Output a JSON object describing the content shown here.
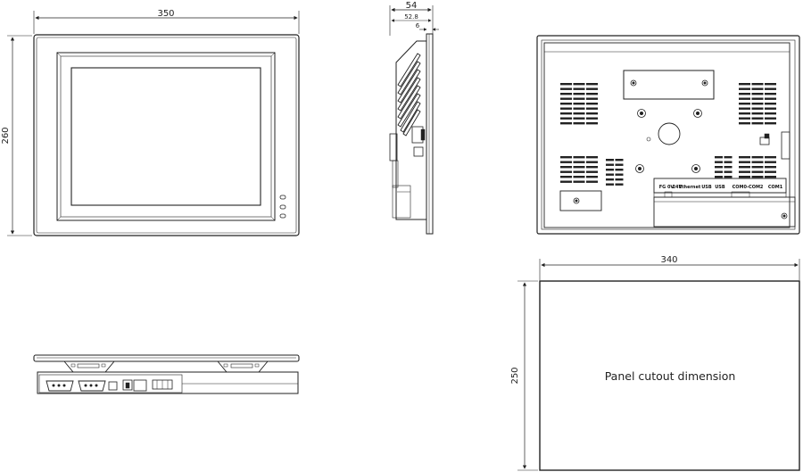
{
  "front_view": {
    "width_label": "350",
    "height_label": "260"
  },
  "side_view": {
    "depth_label": "54",
    "depth2_label": "52.8",
    "bezel_label": "6"
  },
  "rear_view": {
    "port_labels": [
      "FG 0V",
      "24V",
      "Ethernet",
      "USB",
      "USB",
      "COM0-COM2",
      "COM1"
    ]
  },
  "cutout": {
    "width_label": "340",
    "height_label": "250",
    "caption": "Panel cutout dimension"
  }
}
